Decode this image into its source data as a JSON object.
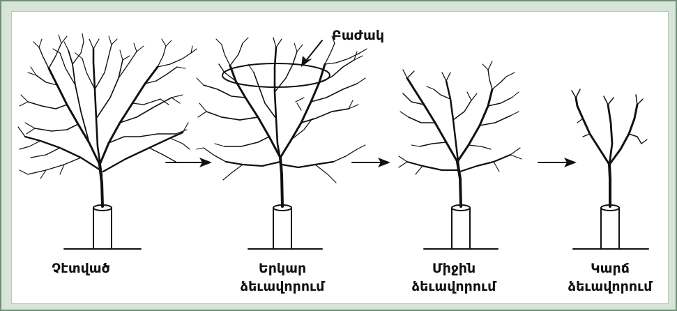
{
  "annotation": {
    "bowl_label": "Բաժակ"
  },
  "stages": [
    {
      "lines": [
        "Չէտված"
      ]
    },
    {
      "lines": [
        "Երկար",
        "ձեւավորում"
      ]
    },
    {
      "lines": [
        "Միջին",
        "ձեւավորում"
      ]
    },
    {
      "lines": [
        "Կարճ",
        "ձեւավորում"
      ]
    }
  ],
  "colors": {
    "frame": "#d7e4d8",
    "border": "#6d8f76",
    "ink": "#111111"
  }
}
